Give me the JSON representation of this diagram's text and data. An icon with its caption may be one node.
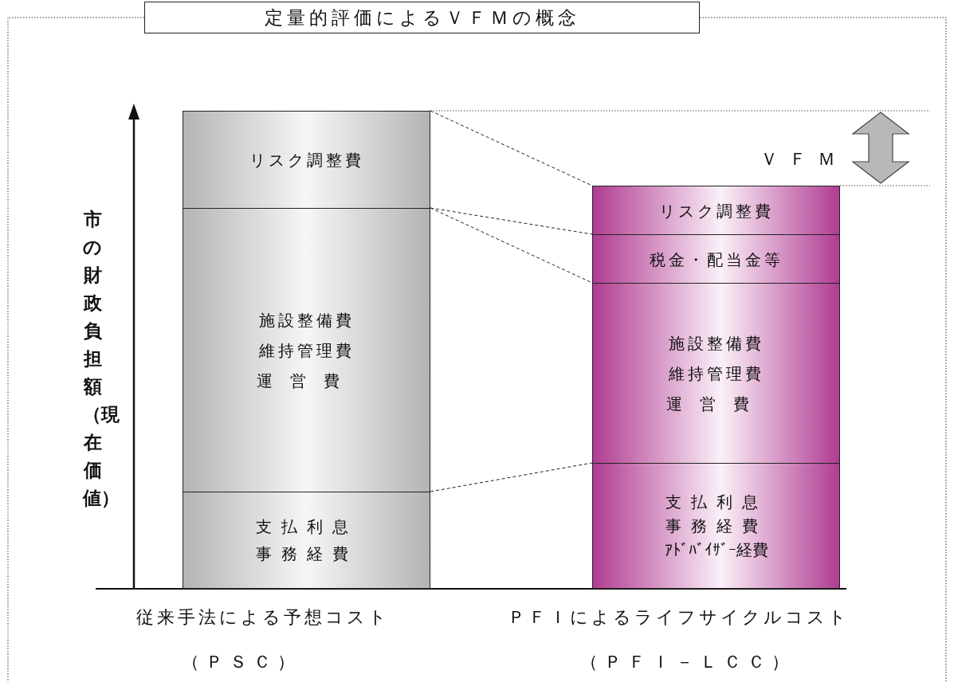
{
  "diagram": {
    "title": "定量的評価によるＶＦＭの概念",
    "nodes": [
      {
        "text": [
          "リスク調整費"
        ]
      },
      {
        "text": [
          "施設整備費",
          "維持管理費",
          "運営費"
        ]
      },
      {
        "text": [
          "支払利息",
          "事務経費"
        ]
      },
      {
        "text": [
          "リスク調整費"
        ]
      },
      {
        "text": [
          "税金・配当金等"
        ]
      },
      {
        "text": [
          "施設整備費",
          "維持管理費",
          "運営費"
        ]
      },
      {
        "text": [
          "支払利息",
          "事務経費",
          "ｱﾄﾞﾊﾞｲｻﾞｰ経費"
        ]
      }
    ],
    "edges": [
      {
        "from": 0,
        "to": 3,
        "arrow": "none",
        "style": "dashed"
      },
      {
        "from": 1,
        "to": 4,
        "arrow": "none",
        "style": "dashed"
      },
      {
        "from": 1,
        "to": 5,
        "arrow": "none",
        "style": "dashed"
      },
      {
        "from": 2,
        "to": 6,
        "arrow": "none",
        "style": "dashed"
      }
    ],
    "labels": [
      "ＶＦＭ",
      "市の財政負担額（現在価値）",
      "従来手法による予想コスト",
      "ＰＦＩによるライフサイクルコスト",
      "（ＰＳＣ）",
      "（ＰＦＩ－ＬＣＣ）"
    ]
  }
}
